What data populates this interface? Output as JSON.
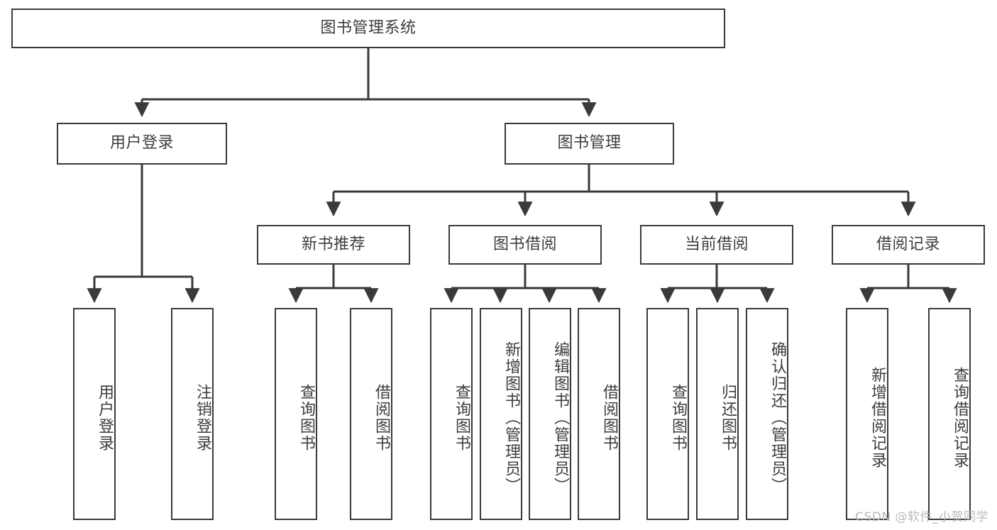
{
  "diagram": {
    "title": "图书管理系统",
    "type": "hierarchy-tree",
    "watermark": "CSDN @软件_小贺同学",
    "colors": {
      "stroke": "#3a3a3a",
      "text": "#3d3d3d",
      "background": "#ffffff",
      "watermark": "#b9b9b9"
    },
    "levels": {
      "root": [
        "图书管理系统"
      ],
      "level2": [
        "用户登录",
        "图书管理"
      ],
      "level3": [
        "新书推荐",
        "图书借阅",
        "当前借阅",
        "借阅记录"
      ],
      "level4": [
        "用户登录",
        "注销登录",
        "查询图书",
        "借阅图书",
        "查询图书",
        "新增图书（管理员）",
        "编辑图书（管理员）",
        "借阅图书",
        "查询图书",
        "归还图书",
        "确认归还（管理员）",
        "新增借阅记录",
        "查询借阅记录"
      ]
    },
    "nodes": {
      "root": {
        "label": "图书管理系统"
      },
      "user_login": {
        "label": "用户登录"
      },
      "book_manage": {
        "label": "图书管理"
      },
      "new_book_rec": {
        "label": "新书推荐"
      },
      "book_borrow": {
        "label": "图书借阅"
      },
      "current_borrow": {
        "label": "当前借阅"
      },
      "borrow_record": {
        "label": "借阅记录"
      },
      "leaf_user_login": {
        "label": "用户登录"
      },
      "leaf_logout": {
        "label": "注销登录"
      },
      "leaf_query_book_1": {
        "label": "查询图书"
      },
      "leaf_borrow_book_1": {
        "label": "借阅图书"
      },
      "leaf_query_book_2": {
        "label": "查询图书"
      },
      "leaf_add_book": {
        "label": "新增图书（管理员）"
      },
      "leaf_edit_book": {
        "label": "编辑图书（管理员）"
      },
      "leaf_borrow_book_2": {
        "label": "借阅图书"
      },
      "leaf_query_book_3": {
        "label": "查询图书"
      },
      "leaf_return_book": {
        "label": "归还图书"
      },
      "leaf_confirm_return": {
        "label": "确认归还（管理员）"
      },
      "leaf_add_record": {
        "label": "新增借阅记录"
      },
      "leaf_query_record": {
        "label": "查询借阅记录"
      }
    },
    "edges": [
      {
        "from": "root",
        "to": "user_login"
      },
      {
        "from": "root",
        "to": "book_manage"
      },
      {
        "from": "user_login",
        "to": "leaf_user_login"
      },
      {
        "from": "user_login",
        "to": "leaf_logout"
      },
      {
        "from": "book_manage",
        "to": "new_book_rec"
      },
      {
        "from": "book_manage",
        "to": "book_borrow"
      },
      {
        "from": "book_manage",
        "to": "current_borrow"
      },
      {
        "from": "book_manage",
        "to": "borrow_record"
      },
      {
        "from": "new_book_rec",
        "to": "leaf_query_book_1"
      },
      {
        "from": "new_book_rec",
        "to": "leaf_borrow_book_1"
      },
      {
        "from": "book_borrow",
        "to": "leaf_query_book_2"
      },
      {
        "from": "book_borrow",
        "to": "leaf_add_book"
      },
      {
        "from": "book_borrow",
        "to": "leaf_edit_book"
      },
      {
        "from": "book_borrow",
        "to": "leaf_borrow_book_2"
      },
      {
        "from": "current_borrow",
        "to": "leaf_query_book_3"
      },
      {
        "from": "current_borrow",
        "to": "leaf_return_book"
      },
      {
        "from": "current_borrow",
        "to": "leaf_confirm_return"
      },
      {
        "from": "borrow_record",
        "to": "leaf_add_record"
      },
      {
        "from": "borrow_record",
        "to": "leaf_query_record"
      }
    ]
  }
}
